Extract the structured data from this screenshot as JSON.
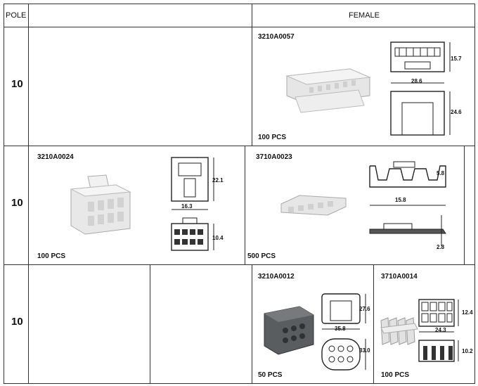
{
  "header": {
    "pole": "POLE",
    "female": "FEMALE"
  },
  "rows": [
    {
      "pole": "10"
    },
    {
      "pole": "10"
    },
    {
      "pole": "10"
    }
  ],
  "parts": {
    "p1": {
      "code": "3210A0057",
      "qty": "100 PCS",
      "dims": [
        "15.7",
        "28.6",
        "24.6"
      ]
    },
    "p2": {
      "code": "3210A0024",
      "qty": "100 PCS",
      "dims": [
        "22.1",
        "16.3",
        "10.4"
      ]
    },
    "p3": {
      "code": "3710A0023",
      "qty": "500 PCS",
      "dims": [
        "5.8",
        "15.8",
        "2.8"
      ]
    },
    "p4": {
      "code": "3210A0012",
      "qty": "50 PCS",
      "dims": [
        "27.6",
        "35.8",
        "33.0"
      ]
    },
    "p5": {
      "code": "3710A0014",
      "qty": "100 PCS",
      "dims": [
        "12.4",
        "24.3",
        "10.2"
      ]
    }
  }
}
